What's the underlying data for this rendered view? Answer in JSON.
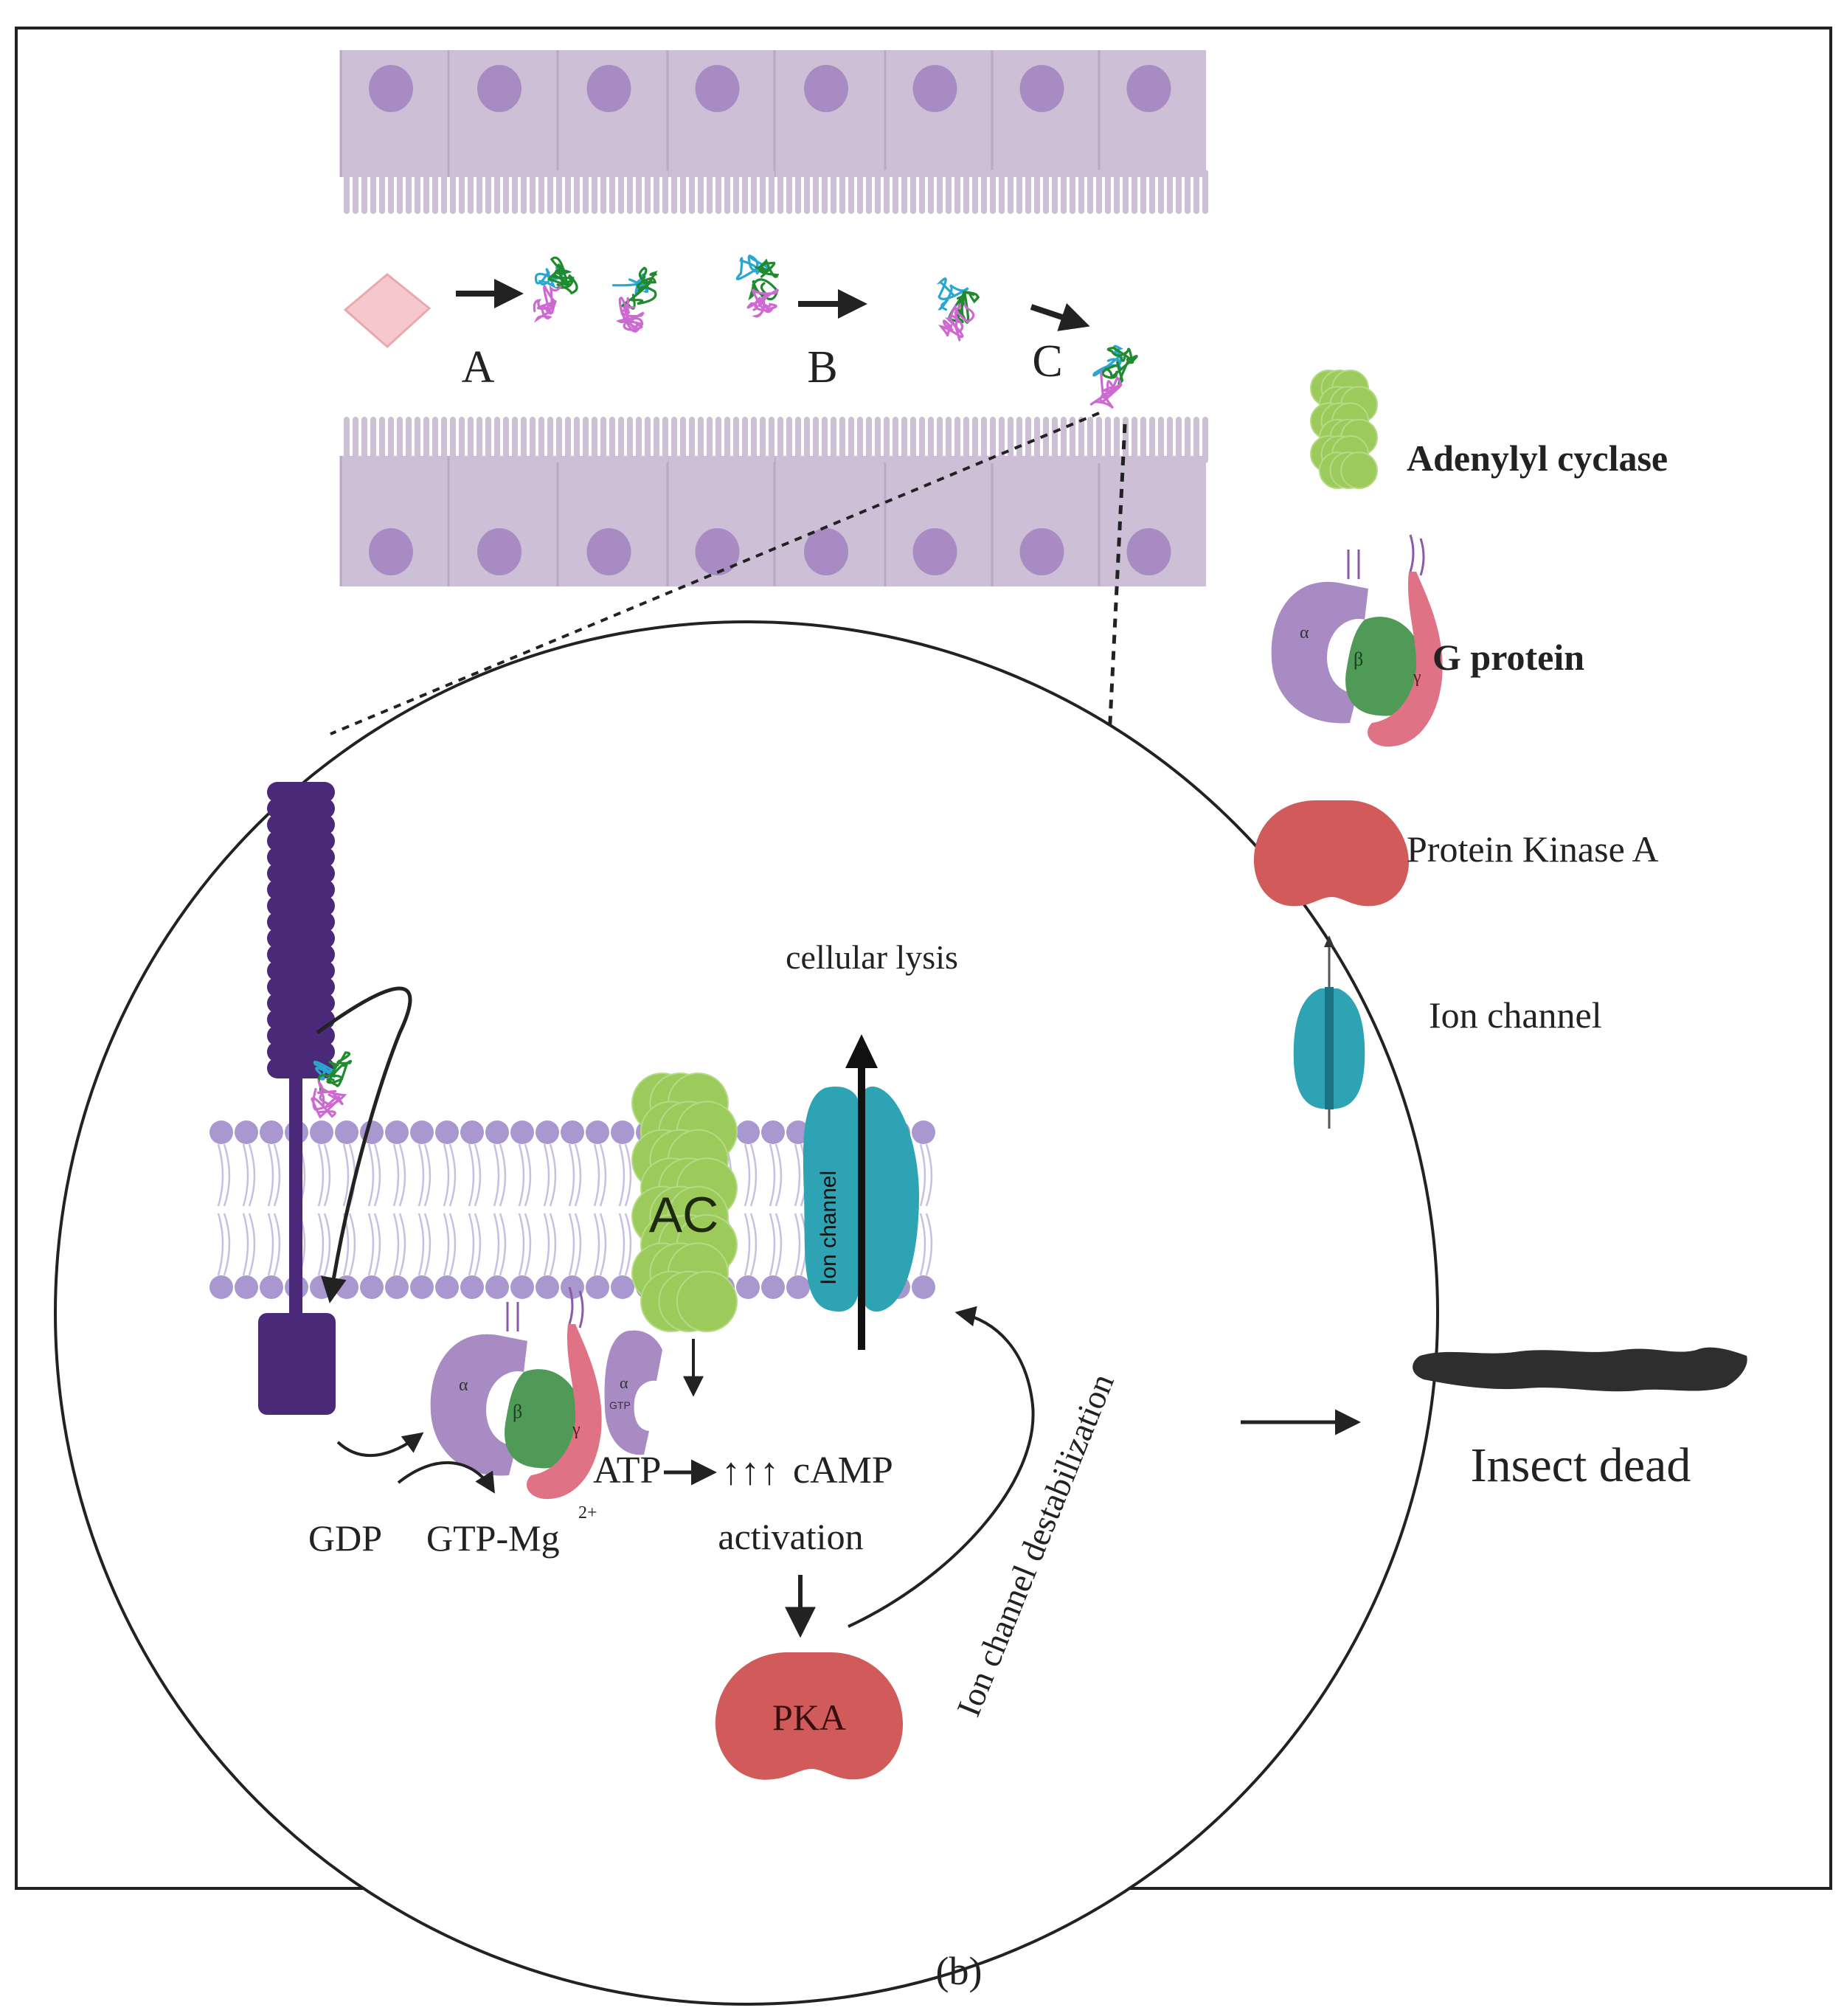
{
  "figure": {
    "caption": "(b)"
  },
  "steps": {
    "a": "A",
    "b": "B",
    "c": "C"
  },
  "legend": {
    "adenylyl_cyclase": "Adenylyl cyclase",
    "g_protein": "G protein",
    "pka": "Protein Kinase A",
    "ion_channel": "Ion channel"
  },
  "subunits": {
    "alpha": "α",
    "beta": "β",
    "gamma": "γ",
    "gtp": "GTP"
  },
  "membrane": {
    "ac_label": "AC",
    "ion_channel_label": "Ion channel",
    "cellular_lysis": "cellular lysis",
    "destabilization": "Ion channel destabilization"
  },
  "cascade": {
    "gdp": "GDP",
    "gtp_mg": "GTP-Mg",
    "mg_charge": "2+",
    "atp": "ATP",
    "camp_marks": "↑↑↑",
    "camp": "cAMP",
    "activation": "activation",
    "pka": "PKA"
  },
  "outcome": {
    "insect_dead": "Insect dead"
  },
  "colors": {
    "epithelium": "#cdbfd6",
    "nucleus": "#a98bc3",
    "receptor": "#4a2a78",
    "adenylyl_cyclase": "#9ccb5c",
    "g_alpha": "#a98bc3",
    "g_beta": "#4f9a57",
    "g_gamma": "#e07285",
    "pka": "#d15a5a",
    "ion_channel": "#2ea3b3",
    "membrane": "#a898cf"
  }
}
